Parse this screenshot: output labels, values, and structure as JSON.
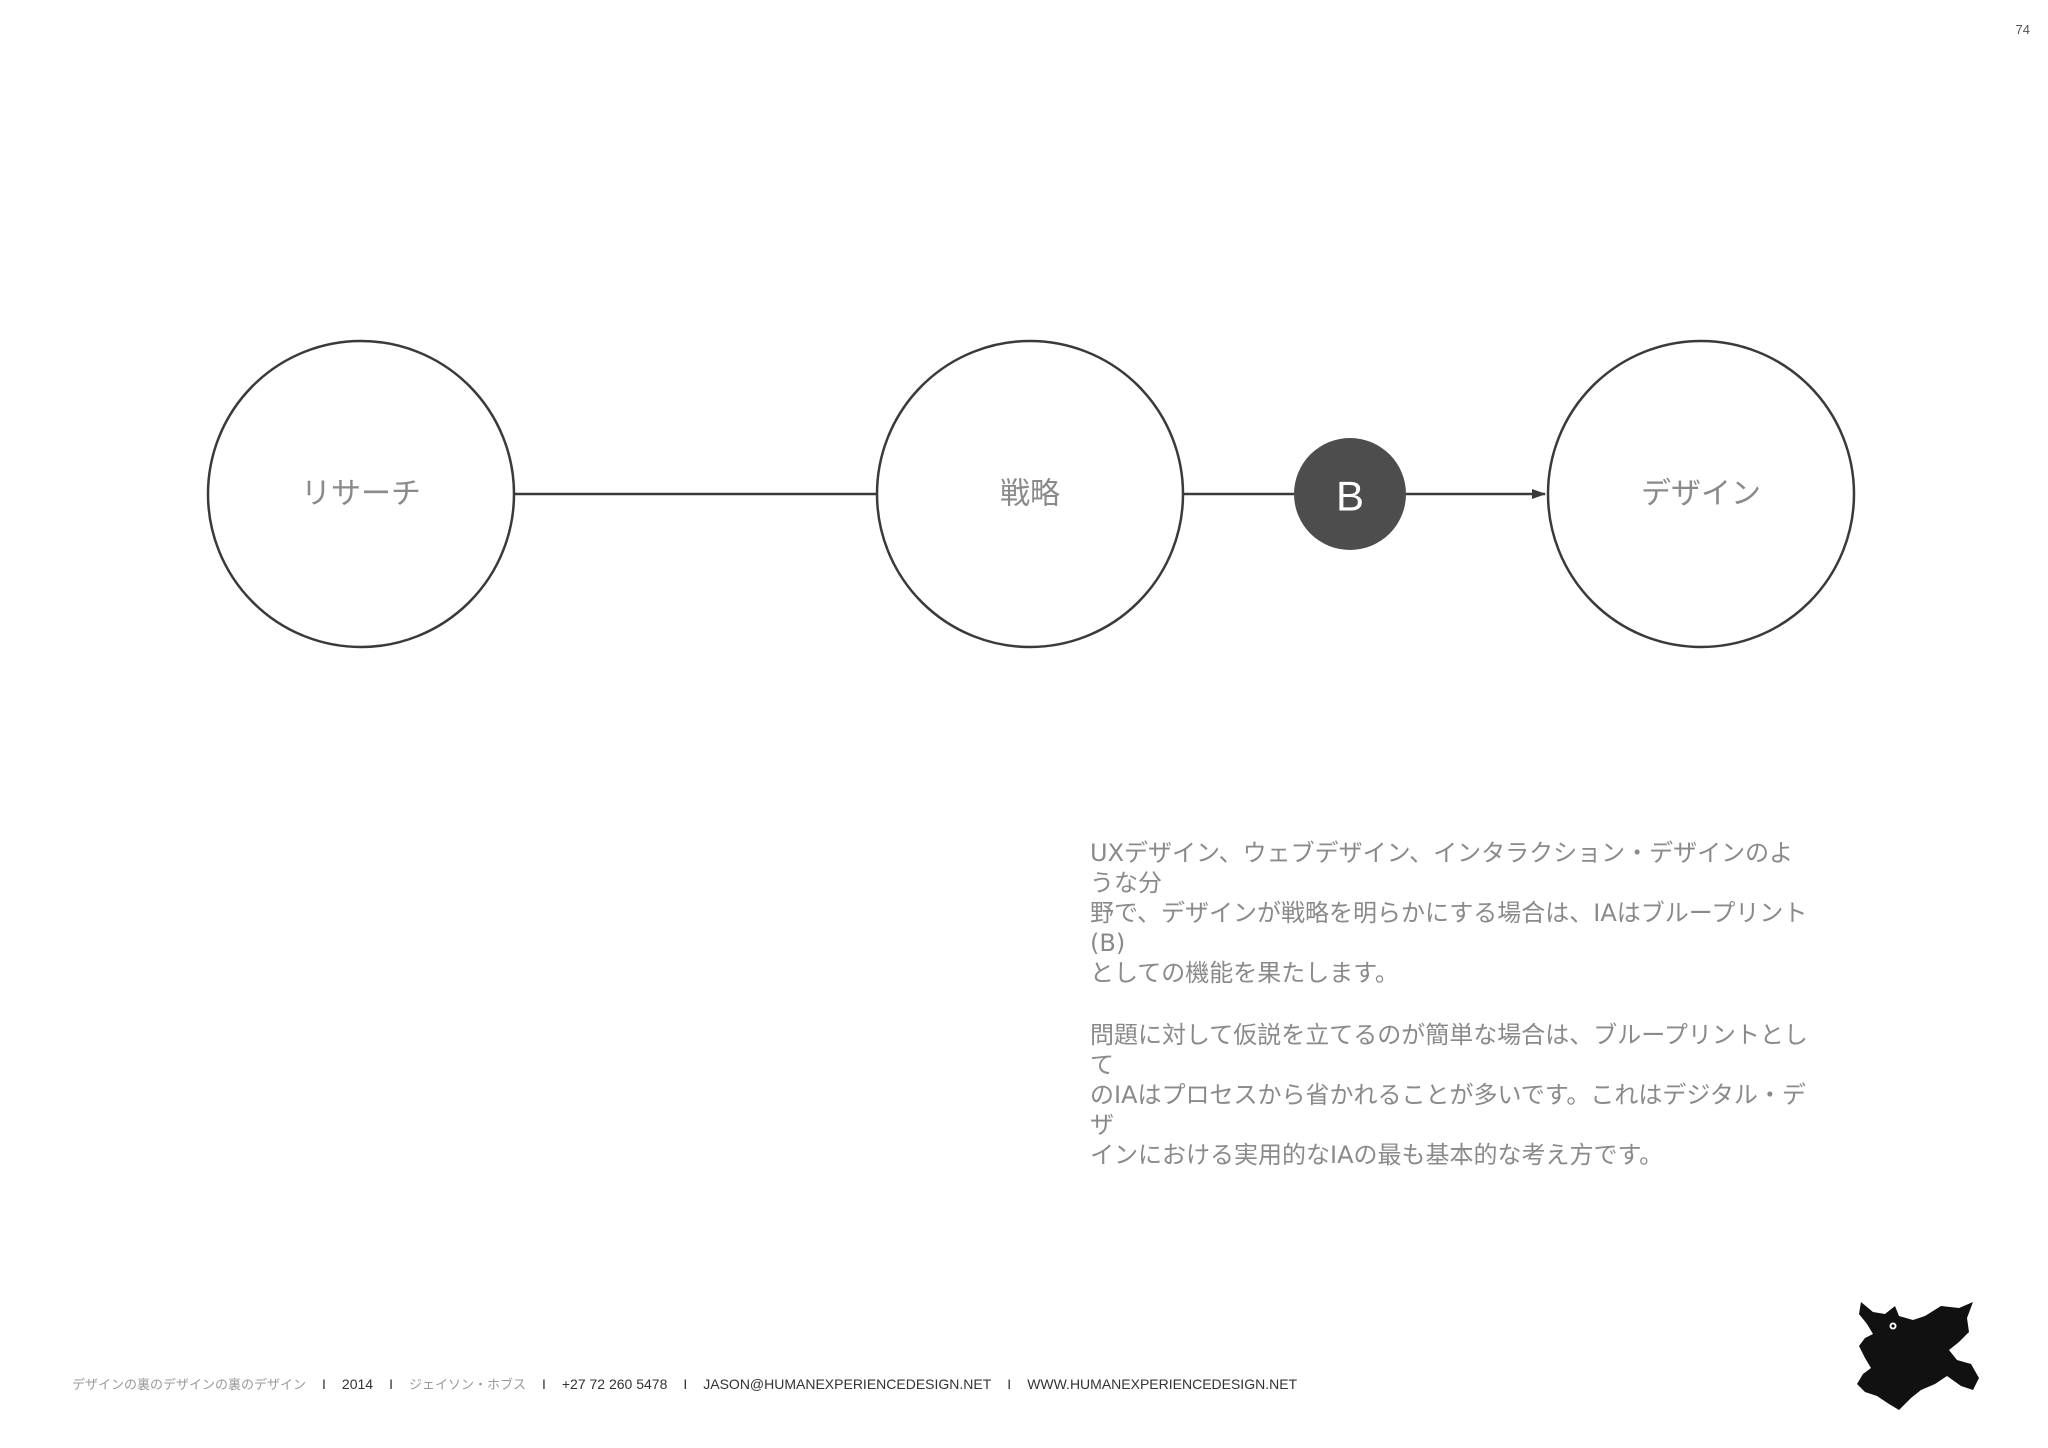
{
  "page_number": "74",
  "diagram": {
    "nodes": [
      {
        "label": "リサーチ"
      },
      {
        "label": "戦略"
      },
      {
        "label": "デザイン"
      }
    ],
    "badge": {
      "label": "B"
    }
  },
  "body": {
    "paragraphs": [
      {
        "lines": [
          "UXデザイン、ウェブデザイン、インタラクション・デザインのような分",
          "野で、デザインが戦略を明らかにする場合は、IAはブループリント(B)",
          "としての機能を果たします。"
        ]
      },
      {
        "lines": [
          "問題に対して仮説を立てるのが簡単な場合は、ブループリントとして",
          "のIAはプロセスから省かれることが多いです。これはデジタル・デザ",
          "インにおける実用的なIAの最も基本的な考え方です。"
        ]
      }
    ]
  },
  "footer": {
    "book_title": "デザインの裏のデザインの裏のデザイン",
    "year": "2014",
    "author": "ジェイソン・ホブス",
    "phone": "+27 72 260 5478",
    "email": "JASON@HUMANEXPERIENCEDESIGN.NET",
    "website": "WWW.HUMANEXPERIENCEDESIGN.NET",
    "separator": "I"
  },
  "colors": {
    "stroke": "#3a3a3a",
    "badge_fill": "#4d4d4d",
    "label_gray": "#8a8a8a"
  },
  "logo_icon": "creature-logo-icon"
}
